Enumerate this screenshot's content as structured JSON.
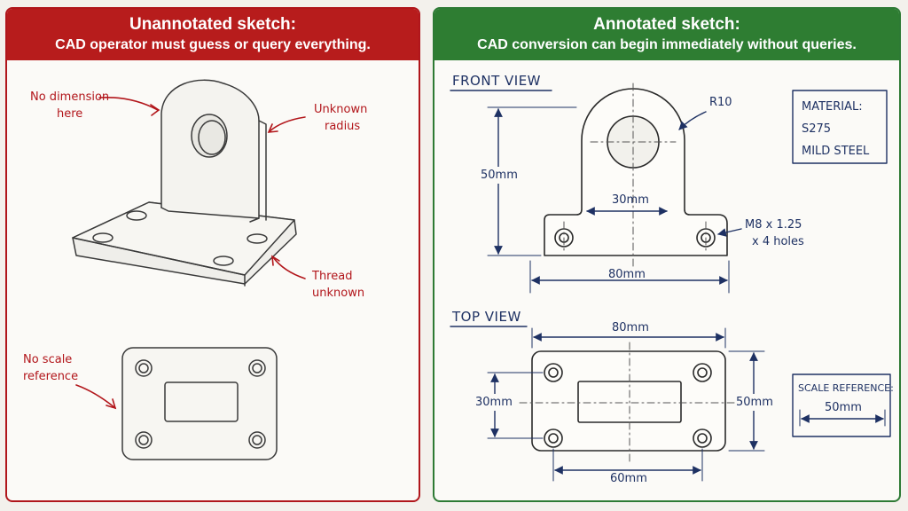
{
  "left_panel": {
    "title": "Unannotated sketch:",
    "subtitle": "CAD operator must guess or query everything.",
    "annotations": {
      "no_dimension": [
        "No dimension",
        "here"
      ],
      "unknown_radius": [
        "Unknown",
        "radius"
      ],
      "thread_unknown": [
        "Thread",
        "unknown"
      ],
      "no_scale": [
        "No scale",
        "reference"
      ]
    }
  },
  "right_panel": {
    "title": "Annotated sketch:",
    "subtitle": "CAD conversion can begin immediately without queries.",
    "front_view": {
      "label": "FRONT VIEW",
      "radius": "R10",
      "height": "50mm",
      "hole_span": "30mm",
      "width": "80mm",
      "holes": [
        "M8 x 1.25",
        "x 4 holes"
      ]
    },
    "top_view": {
      "label": "TOP VIEW",
      "width": "80mm",
      "depth_left": "30mm",
      "depth_right": "50mm",
      "hole_span": "60mm"
    },
    "material": [
      "MATERIAL:",
      "S275",
      "MILD STEEL"
    ],
    "scale": {
      "label": "SCALE REFERENCE:",
      "value": "50mm"
    }
  },
  "colors": {
    "red": "#b71c1c",
    "green": "#2e7d32",
    "ink": "#1e3163",
    "pencil": "#3a3a3a"
  }
}
